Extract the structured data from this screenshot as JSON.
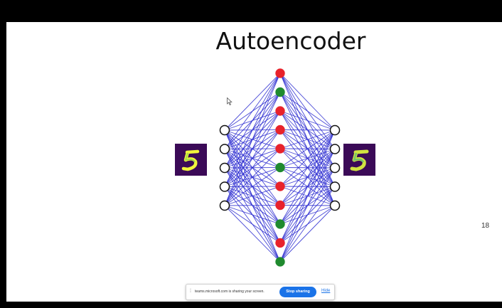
{
  "slide": {
    "title": "Autoencoder",
    "page_number": "18"
  },
  "network": {
    "input_nodes": 5,
    "hidden_colors": [
      "red",
      "green",
      "red",
      "red",
      "red",
      "green",
      "red",
      "red",
      "green",
      "red",
      "green"
    ],
    "output_nodes": 5,
    "edge_color": "#2a2ad0",
    "colors": {
      "red": "#e8222b",
      "green": "#1f8a2e",
      "blue": "#2a2ad0"
    }
  },
  "images": {
    "input": "mnist-digit-5",
    "output": "reconstructed-digit-5"
  },
  "share_bar": {
    "handle": "⁞",
    "message": "teams.microsoft.com is sharing your screen.",
    "stop_label": "Stop sharing",
    "hide_label": "Hide"
  }
}
